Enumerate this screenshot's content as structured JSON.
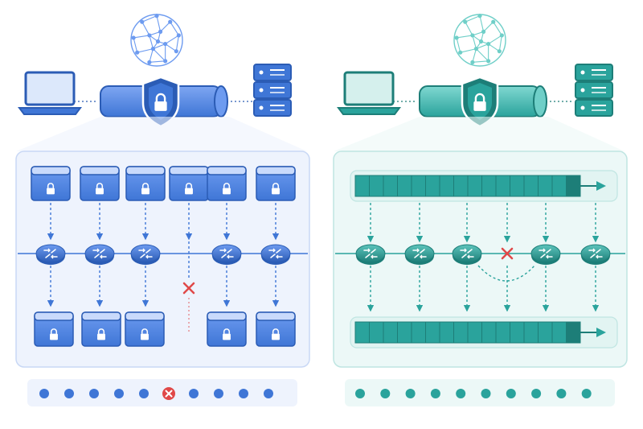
{
  "colors": {
    "background": "#ffffff",
    "blue_accent": "#3f76d6",
    "blue_light": "#6d9bf0",
    "blue_dark": "#2b5cb5",
    "blue_panel_fill": "#eef3fd",
    "blue_panel_stroke": "#c9d8f5",
    "teal_accent": "#2aa39c",
    "teal_light": "#6fcfc8",
    "teal_dark": "#1d7e78",
    "teal_panel_fill": "#ecf8f7",
    "teal_panel_stroke": "#bfe5e2",
    "failure_red": "#e04848"
  },
  "panels": [
    {
      "id": "left",
      "theme": "blue",
      "top_icons": [
        "laptop-icon",
        "network-globe-icon",
        "encrypted-tunnel-icon",
        "lock-shield-icon",
        "server-rack-icon"
      ],
      "packet_lock_icon": "lock-icon",
      "router_icon": "router-icon",
      "flow_style": "individual-packets",
      "lanes": [
        {
          "delivered": true
        },
        {
          "delivered": true
        },
        {
          "delivered": true
        },
        {
          "delivered": false
        },
        {
          "delivered": true
        },
        {
          "delivered": true
        }
      ],
      "status_dots": [
        "ok",
        "ok",
        "ok",
        "ok",
        "ok",
        "fail",
        "ok",
        "ok",
        "ok",
        "ok"
      ]
    },
    {
      "id": "right",
      "theme": "teal",
      "top_icons": [
        "laptop-icon",
        "network-globe-icon",
        "encrypted-tunnel-icon",
        "lock-shield-icon",
        "server-rack-icon"
      ],
      "router_icon": "router-icon",
      "flow_style": "segmented-stream",
      "stream_segments": 16,
      "lanes": [
        {
          "rerouted": false
        },
        {
          "rerouted": false
        },
        {
          "rerouted": false
        },
        {
          "failed_node": true
        },
        {
          "rerouted": false
        },
        {
          "rerouted": false
        }
      ],
      "status_dots": [
        "ok",
        "ok",
        "ok",
        "ok",
        "ok",
        "ok",
        "ok",
        "ok",
        "ok",
        "ok"
      ]
    }
  ]
}
